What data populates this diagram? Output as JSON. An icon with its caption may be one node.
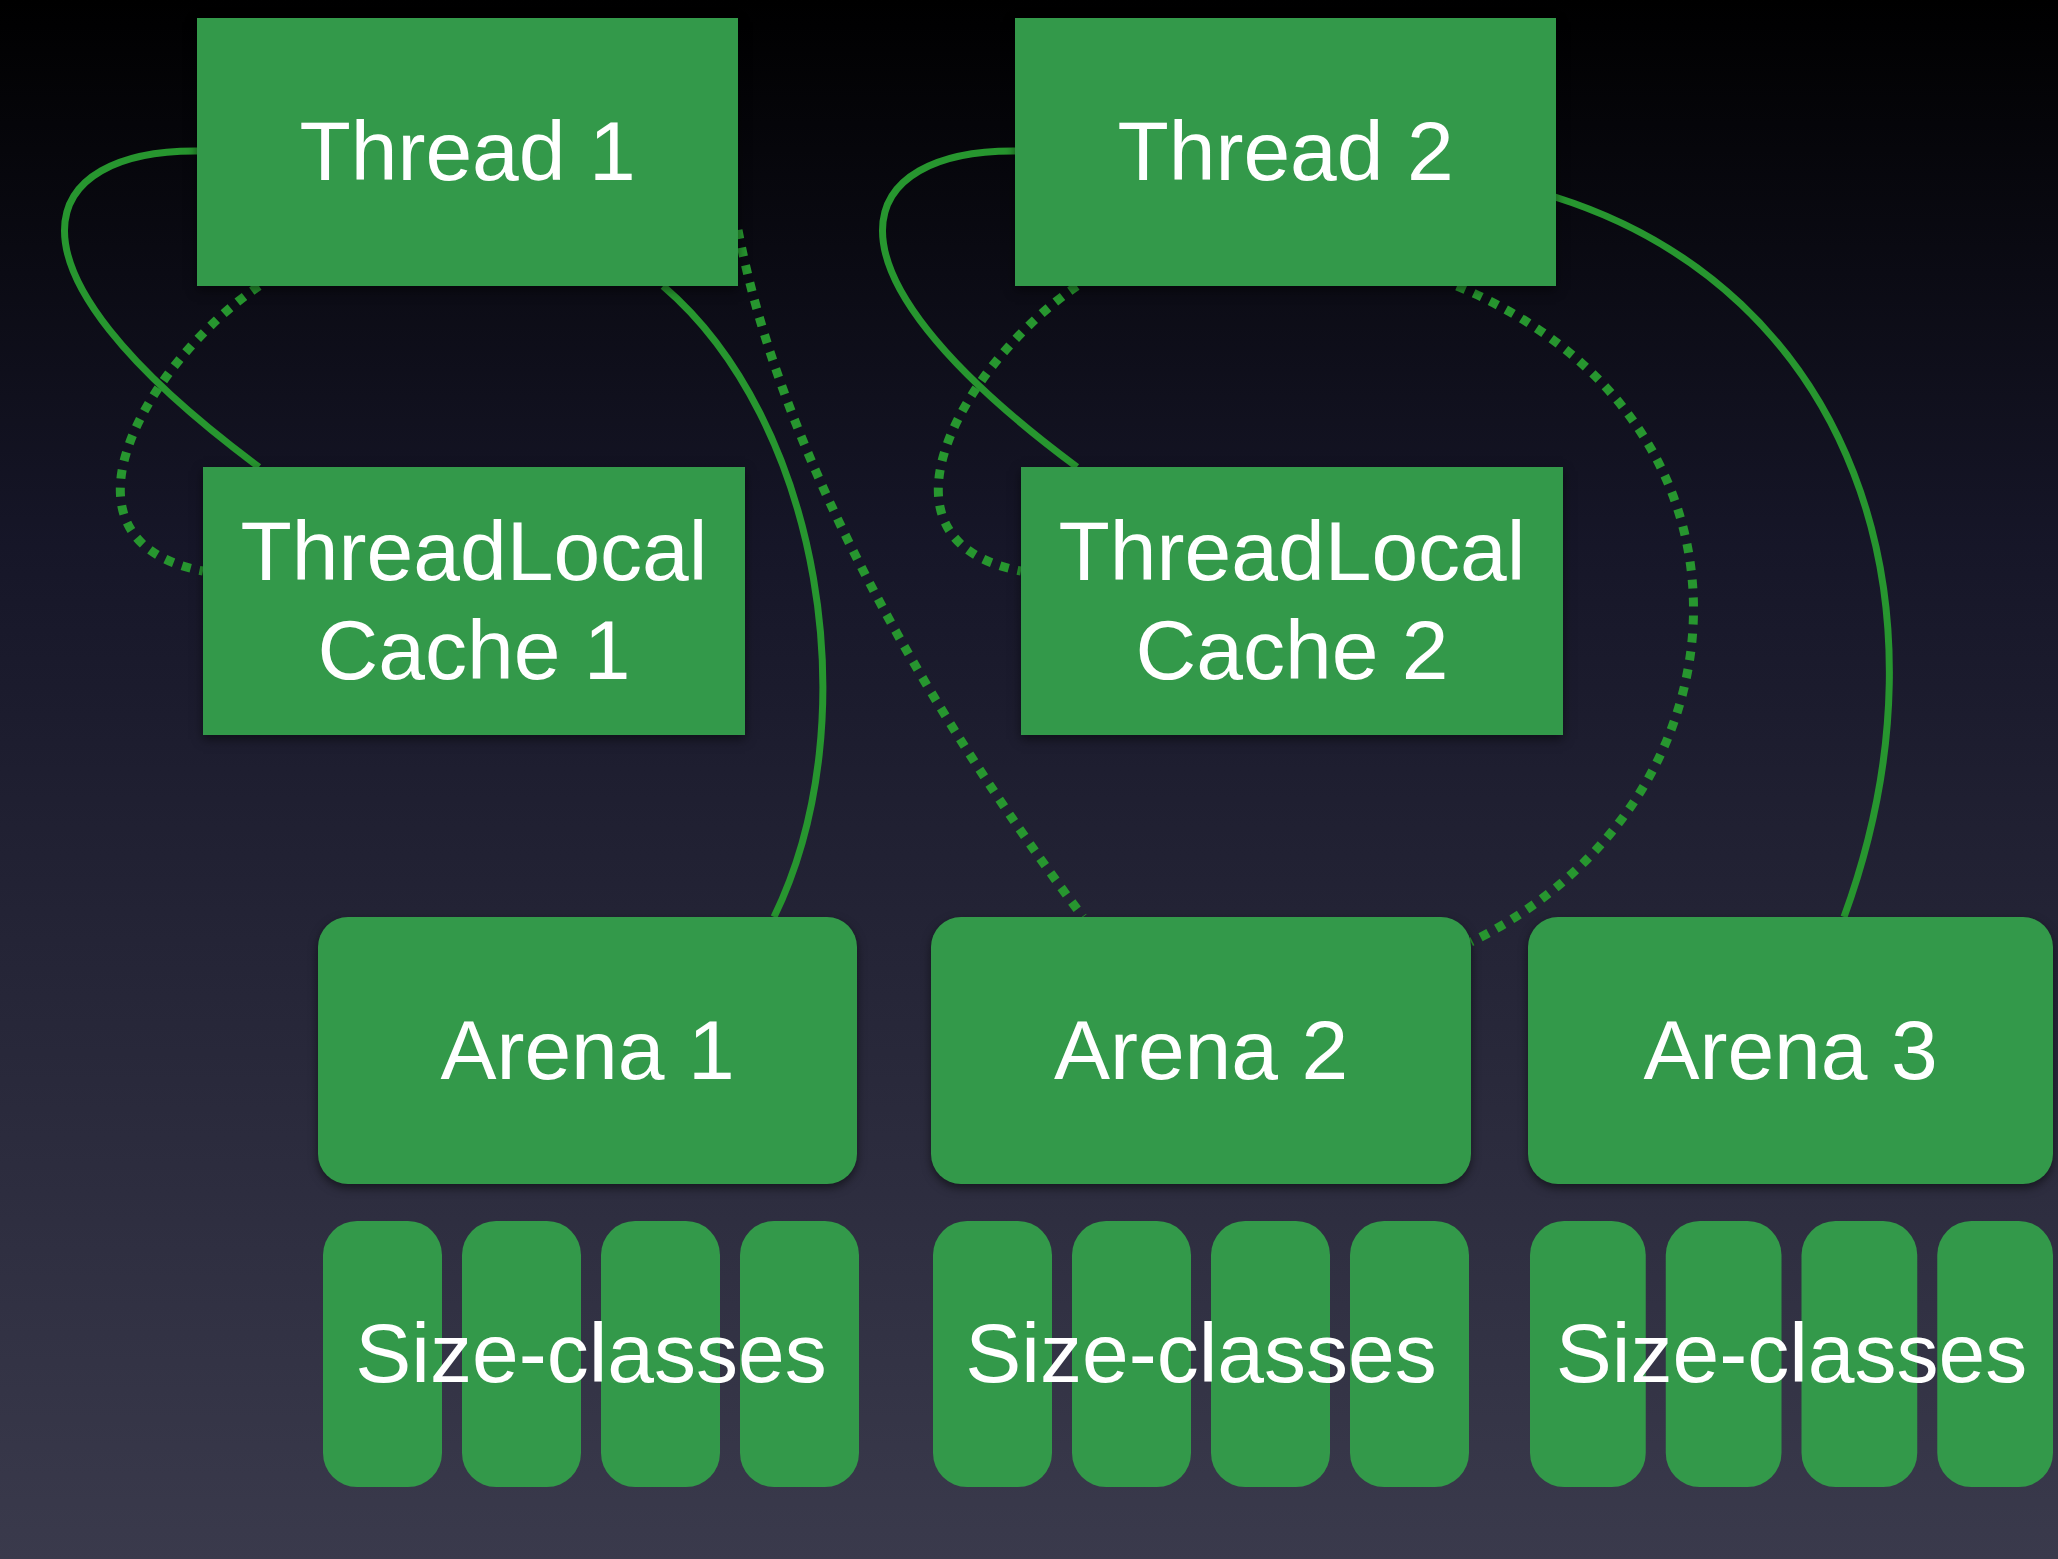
{
  "diagram": {
    "nodes": [
      {
        "text": [
          "Thread 1"
        ]
      },
      {
        "text": [
          "Thread 2"
        ]
      },
      {
        "text": [
          "ThreadLocal Cache 1"
        ]
      },
      {
        "text": [
          "ThreadLocal Cache 2"
        ]
      },
      {
        "text": [
          "Arena 1"
        ]
      },
      {
        "text": [
          "Arena 2"
        ]
      },
      {
        "text": [
          "Arena 3"
        ]
      },
      {
        "text": [
          "Size-classes"
        ]
      },
      {
        "text": [
          "Size-classes"
        ]
      },
      {
        "text": [
          "Size-classes"
        ]
      }
    ],
    "edges": [
      {
        "from": 0,
        "to": 2,
        "arrow": "none"
      },
      {
        "from": 0,
        "to": 2,
        "arrow": "none",
        "style": "dashed"
      },
      {
        "from": 0,
        "to": 4,
        "arrow": "none"
      },
      {
        "from": 0,
        "to": 5,
        "arrow": "none",
        "style": "dashed"
      },
      {
        "from": 1,
        "to": 3,
        "arrow": "none"
      },
      {
        "from": 1,
        "to": 3,
        "arrow": "none",
        "style": "dashed"
      },
      {
        "from": 1,
        "to": 5,
        "arrow": "none",
        "style": "dashed"
      },
      {
        "from": 1,
        "to": 6,
        "arrow": "none"
      }
    ]
  }
}
